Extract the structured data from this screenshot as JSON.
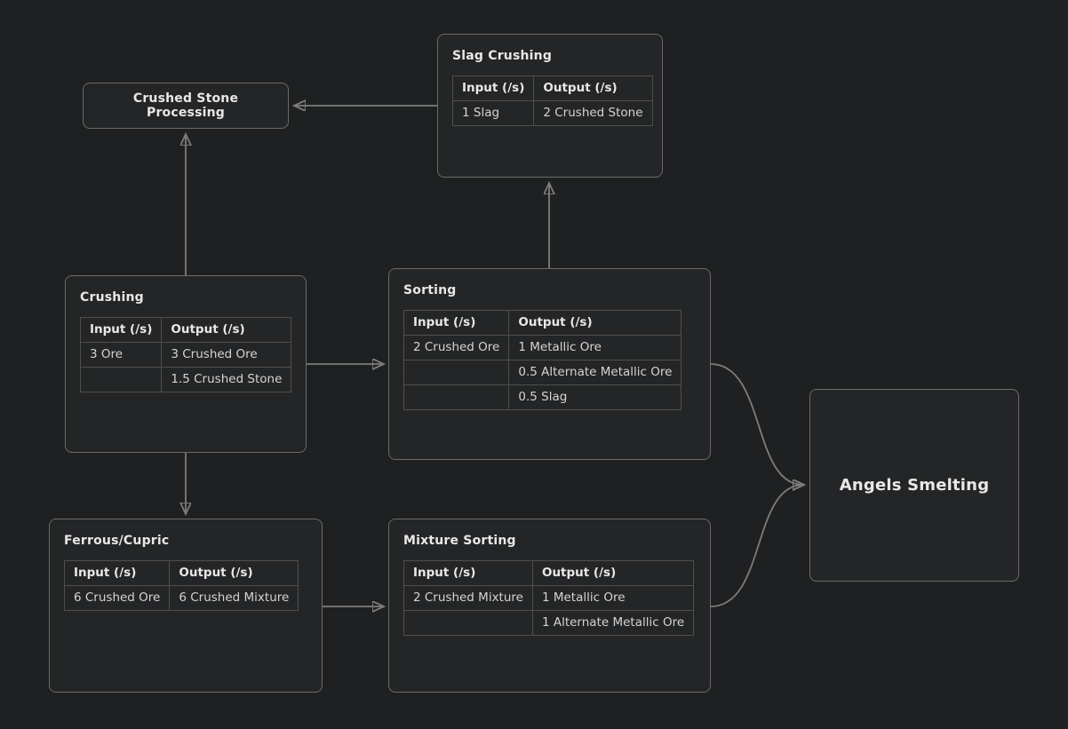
{
  "diagram": {
    "colors": {
      "background": "#1f2021",
      "node_fill": "#242526",
      "node_border": "#6b6b6b",
      "table_border": "#4f4f4f",
      "edge_line": "#7d7d7d",
      "arrowhead": "#8a8a8a",
      "title_text": "#e8e8e8",
      "cell_text": "#d4d4d4"
    }
  },
  "nodes": {
    "crushed_stone_processing": {
      "title": "Crushed Stone Processing"
    },
    "slag_crushing": {
      "title": "Slag Crushing",
      "table": {
        "headers": [
          "Input (/s)",
          "Output (/s)"
        ],
        "rows": [
          [
            "1 Slag",
            "2 Crushed Stone"
          ]
        ]
      }
    },
    "crushing": {
      "title": "Crushing",
      "table": {
        "headers": [
          "Input (/s)",
          "Output (/s)"
        ],
        "rows": [
          [
            "3 Ore",
            "3 Crushed Ore"
          ],
          [
            "",
            "1.5 Crushed Stone"
          ]
        ]
      }
    },
    "sorting": {
      "title": "Sorting",
      "table": {
        "headers": [
          "Input (/s)",
          "Output (/s)"
        ],
        "rows": [
          [
            "2 Crushed Ore",
            "1 Metallic Ore"
          ],
          [
            "",
            "0.5 Alternate Metallic Ore"
          ],
          [
            "",
            "0.5 Slag"
          ]
        ]
      }
    },
    "angels_smelting": {
      "title": "Angels Smelting"
    },
    "ferrous_cupric": {
      "title": "Ferrous/Cupric",
      "table": {
        "headers": [
          "Input (/s)",
          "Output (/s)"
        ],
        "rows": [
          [
            "6 Crushed Ore",
            "6 Crushed Mixture"
          ]
        ]
      }
    },
    "mixture_sorting": {
      "title": "Mixture Sorting",
      "table": {
        "headers": [
          "Input (/s)",
          "Output (/s)"
        ],
        "rows": [
          [
            "2 Crushed Mixture",
            "1 Metallic Ore"
          ],
          [
            "",
            "1 Alternate Metallic Ore"
          ]
        ]
      }
    }
  },
  "edges": [
    {
      "from": "Slag Crushing",
      "to": "Crushed Stone Processing"
    },
    {
      "from": "Crushing",
      "to": "Crushed Stone Processing"
    },
    {
      "from": "Sorting",
      "to": "Slag Crushing"
    },
    {
      "from": "Crushing",
      "to": "Sorting"
    },
    {
      "from": "Crushing",
      "to": "Ferrous/Cupric"
    },
    {
      "from": "Ferrous/Cupric",
      "to": "Mixture Sorting"
    },
    {
      "from": "Sorting",
      "to": "Angels Smelting"
    },
    {
      "from": "Mixture Sorting",
      "to": "Angels Smelting"
    }
  ]
}
